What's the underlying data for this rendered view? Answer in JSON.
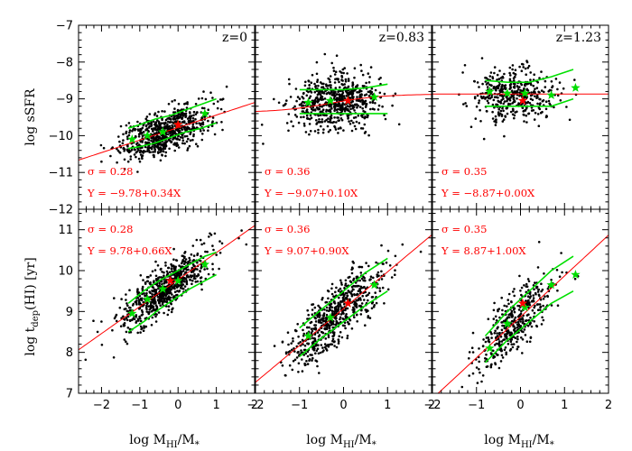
{
  "colors": {
    "points": "#000000",
    "fit_line": "#ff0000",
    "percentile_lines": "#00e000",
    "green_stars": "#00dd00",
    "red_stars": "#ff0000",
    "annotation_text": "#ff0000"
  },
  "chart_data": [
    {
      "type": "scatter",
      "panel": "top-left",
      "label": "z=0",
      "xlabel": "",
      "ylabel": "log sSFR",
      "xlim": [
        -2.6,
        2.0
      ],
      "ylim": [
        -12,
        -7
      ],
      "x_ticks": [],
      "y_ticks": [
        "−7",
        "−8",
        "−9",
        "−10",
        "−11",
        "−12"
      ],
      "annotations": [
        "σ = 0.28",
        "Y = −9.78+0.34X"
      ],
      "fit": {
        "intercept": -9.78,
        "slope": 0.34,
        "form": "linear"
      },
      "scatter_cloud": {
        "n": 700,
        "x_mean": -0.35,
        "x_sd": 0.6,
        "y_sd": 0.28
      },
      "median_red": {
        "x": [
          0.0
        ],
        "y": [
          -9.7
        ]
      },
      "median_green": {
        "x": [
          -1.2,
          -0.8,
          -0.4,
          0.0,
          0.7
        ],
        "y": [
          -10.1,
          -10.0,
          -9.9,
          -9.7,
          -9.4
        ]
      },
      "pct_upper": {
        "x": [
          -1.3,
          -1.0,
          -0.6,
          -0.2,
          0.2,
          0.6,
          1.0
        ],
        "y": [
          -9.8,
          -9.7,
          -9.55,
          -9.45,
          -9.3,
          -9.15,
          -9.0
        ]
      },
      "pct_lower": {
        "x": [
          -1.3,
          -1.0,
          -0.6,
          -0.2,
          0.2,
          0.6,
          1.0
        ],
        "y": [
          -10.35,
          -10.3,
          -10.2,
          -10.05,
          -9.9,
          -9.8,
          -9.65
        ]
      }
    },
    {
      "type": "scatter",
      "panel": "top-middle",
      "label": "z=0.83",
      "xlabel": "",
      "ylabel": "",
      "xlim": [
        -2.0,
        2.0
      ],
      "ylim": [
        -12,
        -7
      ],
      "x_ticks": [],
      "y_ticks": [],
      "annotations": [
        "σ = 0.36",
        "Y = −9.07+0.10X"
      ],
      "fit": {
        "intercept": -9.07,
        "slope": 0.1,
        "form": "saturating"
      },
      "scatter_cloud": {
        "n": 650,
        "x_mean": -0.2,
        "x_sd": 0.5,
        "y_sd": 0.36
      },
      "median_red": {
        "x": [
          0.1
        ],
        "y": [
          -9.05
        ]
      },
      "median_green": {
        "x": [
          -0.8,
          -0.3,
          0.1,
          0.7
        ],
        "y": [
          -9.1,
          -9.05,
          -9.05,
          -8.95
        ]
      },
      "pct_upper": {
        "x": [
          -1.0,
          -0.5,
          0.0,
          0.5,
          1.0
        ],
        "y": [
          -8.75,
          -8.75,
          -8.75,
          -8.7,
          -8.6
        ]
      },
      "pct_lower": {
        "x": [
          -1.0,
          -0.5,
          0.0,
          0.5,
          1.0
        ],
        "y": [
          -9.4,
          -9.4,
          -9.4,
          -9.4,
          -9.4
        ]
      }
    },
    {
      "type": "scatter",
      "panel": "top-right",
      "label": "z=1.23",
      "xlabel": "",
      "ylabel": "",
      "xlim": [
        -2.0,
        2.0
      ],
      "ylim": [
        -12,
        -7
      ],
      "x_ticks": [],
      "y_ticks": [],
      "annotations": [
        "σ = 0.35",
        "Y = −8.87+0.00X"
      ],
      "fit": {
        "intercept": -8.87,
        "slope": 0.0,
        "form": "linear"
      },
      "scatter_cloud": {
        "n": 420,
        "x_mean": -0.15,
        "x_sd": 0.45,
        "y_sd": 0.35
      },
      "median_red": {
        "x": [
          0.05
        ],
        "y": [
          -9.05
        ]
      },
      "median_green": {
        "x": [
          -0.7,
          -0.3,
          0.1,
          0.7,
          1.25
        ],
        "y": [
          -8.8,
          -8.85,
          -8.85,
          -8.9,
          -8.7
        ]
      },
      "pct_upper": {
        "x": [
          -0.8,
          -0.3,
          0.2,
          0.7,
          1.2
        ],
        "y": [
          -8.5,
          -8.55,
          -8.55,
          -8.4,
          -8.2
        ]
      },
      "pct_lower": {
        "x": [
          -0.8,
          -0.3,
          0.2,
          0.7,
          1.2
        ],
        "y": [
          -9.2,
          -9.2,
          -9.2,
          -9.2,
          -9.0
        ]
      }
    },
    {
      "type": "scatter",
      "panel": "bottom-left",
      "label": "",
      "xlabel": "log M_HI/M*",
      "ylabel": "log t_dep(HI) [yr]",
      "xlim": [
        -2.6,
        2.0
      ],
      "ylim": [
        7,
        11.5
      ],
      "x_ticks": [
        "−2",
        "−1",
        "0",
        "1",
        "2"
      ],
      "y_ticks": [
        "11",
        "10",
        "9",
        "8",
        "7"
      ],
      "annotations": [
        "σ = 0.28",
        "Y = 9.78+0.66X"
      ],
      "fit": {
        "intercept": 9.78,
        "slope": 0.66,
        "form": "linear"
      },
      "scatter_cloud": {
        "n": 700,
        "x_mean": -0.35,
        "x_sd": 0.6,
        "y_sd": 0.28
      },
      "median_red": {
        "x": [
          -0.2
        ],
        "y": [
          9.75
        ]
      },
      "median_green": {
        "x": [
          -1.2,
          -0.8,
          -0.4,
          0.0,
          0.7
        ],
        "y": [
          8.95,
          9.3,
          9.55,
          9.75,
          10.15
        ]
      },
      "pct_upper": {
        "x": [
          -1.3,
          -0.9,
          -0.5,
          -0.1,
          0.3,
          0.7,
          1.0
        ],
        "y": [
          9.2,
          9.5,
          9.75,
          9.95,
          10.15,
          10.35,
          10.45
        ]
      },
      "pct_lower": {
        "x": [
          -1.3,
          -0.9,
          -0.5,
          -0.1,
          0.3,
          0.7,
          1.0
        ],
        "y": [
          8.5,
          8.75,
          9.05,
          9.3,
          9.55,
          9.75,
          9.9
        ]
      }
    },
    {
      "type": "scatter",
      "panel": "bottom-middle",
      "label": "",
      "xlabel": "log M_HI/M*",
      "ylabel": "",
      "xlim": [
        -2.0,
        2.0
      ],
      "ylim": [
        7,
        11.5
      ],
      "x_ticks": [
        "−2",
        "−1",
        "0",
        "1",
        "2"
      ],
      "y_ticks": [],
      "annotations": [
        "σ = 0.36",
        "Y = 9.07+0.90X"
      ],
      "fit": {
        "intercept": 9.07,
        "slope": 0.9,
        "form": "linear"
      },
      "scatter_cloud": {
        "n": 650,
        "x_mean": -0.2,
        "x_sd": 0.5,
        "y_sd": 0.36
      },
      "median_red": {
        "x": [
          0.1
        ],
        "y": [
          9.2
        ]
      },
      "median_green": {
        "x": [
          -0.8,
          -0.3,
          0.1,
          0.7
        ],
        "y": [
          8.4,
          8.85,
          9.2,
          9.65
        ]
      },
      "pct_upper": {
        "x": [
          -1.0,
          -0.5,
          0.0,
          0.5,
          1.0
        ],
        "y": [
          8.6,
          9.05,
          9.5,
          9.95,
          10.3
        ]
      },
      "pct_lower": {
        "x": [
          -1.0,
          -0.5,
          0.0,
          0.5,
          1.0
        ],
        "y": [
          7.9,
          8.35,
          8.75,
          9.15,
          9.5
        ]
      }
    },
    {
      "type": "scatter",
      "panel": "bottom-right",
      "label": "",
      "xlabel": "log M_HI/M*",
      "ylabel": "",
      "xlim": [
        -2.0,
        2.0
      ],
      "ylim": [
        7,
        11.5
      ],
      "x_ticks": [
        "−2",
        "−1",
        "0",
        "1",
        "2"
      ],
      "y_ticks": [],
      "annotations": [
        "σ = 0.35",
        "Y = 8.87+1.00X"
      ],
      "fit": {
        "intercept": 8.87,
        "slope": 1.0,
        "form": "linear"
      },
      "scatter_cloud": {
        "n": 420,
        "x_mean": -0.15,
        "x_sd": 0.45,
        "y_sd": 0.35
      },
      "median_red": {
        "x": [
          0.05
        ],
        "y": [
          9.2
        ]
      },
      "median_green": {
        "x": [
          -0.7,
          -0.3,
          0.1,
          0.7,
          1.25
        ],
        "y": [
          8.1,
          8.7,
          9.1,
          9.65,
          9.9
        ]
      },
      "pct_upper": {
        "x": [
          -0.8,
          -0.3,
          0.2,
          0.7,
          1.2
        ],
        "y": [
          8.4,
          9.0,
          9.5,
          10.0,
          10.35
        ]
      },
      "pct_lower": {
        "x": [
          -0.8,
          -0.3,
          0.2,
          0.7,
          1.2
        ],
        "y": [
          7.75,
          8.3,
          8.75,
          9.2,
          9.5
        ]
      }
    }
  ]
}
